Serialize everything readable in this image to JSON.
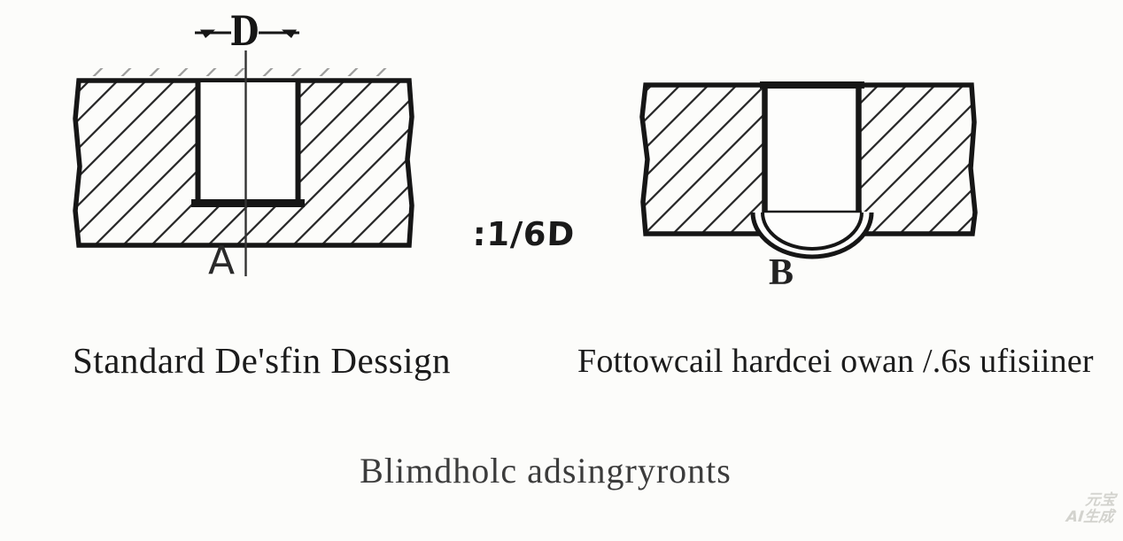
{
  "page": {
    "background": "#fcfcfa",
    "ink": "#161616"
  },
  "figures": {
    "left": {
      "dim_label": "D",
      "point_label": "A"
    },
    "middle_note": ":1/6D",
    "right": {
      "point_label": "B"
    }
  },
  "captions": {
    "left": "Standard De'sfin Dessign",
    "right": "Fottowcail hardcei owan /.6s ufisiiner",
    "bottom": "Blimdholc adsingryronts"
  },
  "watermark": {
    "line1": "元宝",
    "line2": "AI生成"
  }
}
